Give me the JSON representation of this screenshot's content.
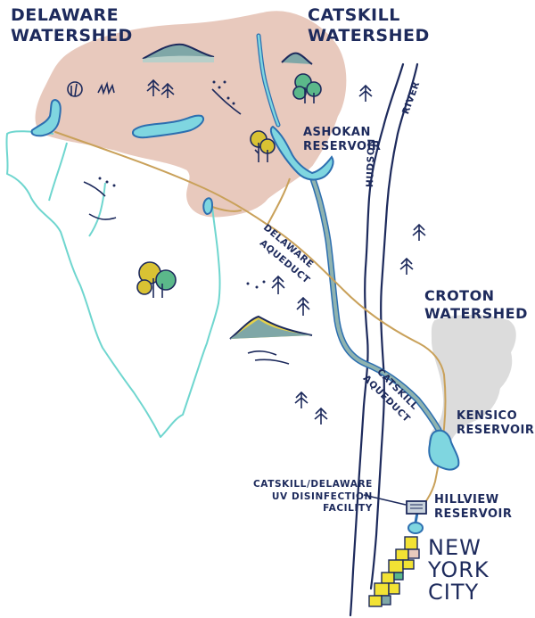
{
  "labels": {
    "delaware_watershed": [
      "DELAWARE",
      "WATERSHED"
    ],
    "catskill_watershed": [
      "CATSKILL",
      "WATERSHED"
    ],
    "croton_watershed": [
      "CROTON",
      "WATERSHED"
    ],
    "ashokan_reservoir": [
      "ASHOKAN",
      "RESERVOIR"
    ],
    "kensico_reservoir": [
      "KENSICO",
      "RESERVOIR"
    ],
    "hillview_reservoir": [
      "HILLVIEW",
      "RESERVOIR"
    ],
    "uv_facility": [
      "CATSKILL/DELAWARE",
      "UV DISINFECTION",
      "FACILITY"
    ],
    "new_york_city": [
      "NEW",
      "YORK",
      "CITY"
    ],
    "hudson": "HUDSON",
    "river": "RIVER",
    "delaware_aqueduct": [
      "DELAWARE",
      "AQUEDUCT"
    ],
    "catskill_aqueduct": [
      "CATSKILL",
      "AQUEDUCT"
    ]
  },
  "colors": {
    "watershed_fill": "#e8c9bd",
    "croton_fill": "#dcdcdc",
    "water": "#7fd6e0",
    "water_outline": "#2d6fb0",
    "catskill_aqueduct": "#7fa7a7",
    "delaware_aqueduct": "#c9a15a",
    "boundary": "#6fd6cf",
    "ink": "#1d2a5c",
    "tree_green": "#5bb88a",
    "tree_yellow": "#d9c233",
    "city_yellow": "#f2e234"
  },
  "icons": [
    "mountain-icon",
    "deciduous-tree-icon",
    "pine-tree-icon",
    "grass-icon",
    "building-icon"
  ]
}
